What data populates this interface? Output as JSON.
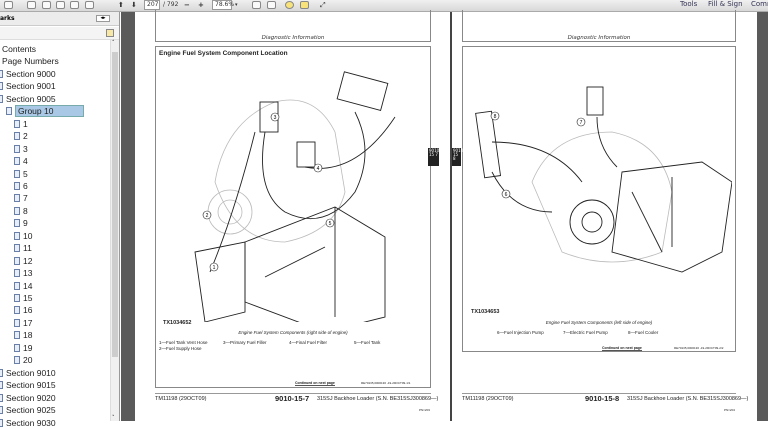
{
  "toolbar": {
    "page_current": "207",
    "page_total": "/ 792",
    "zoom": "78.6%",
    "right_tabs": [
      "Tools",
      "Fill & Sign",
      "Comm"
    ]
  },
  "sidebar": {
    "title": "arks",
    "items": [
      "Contents",
      "Page Numbers",
      "Section 9000",
      "Section 9001",
      "Section 9005",
      "Group 10",
      "1",
      "2",
      "3",
      "4",
      "5",
      "6",
      "7",
      "8",
      "9",
      "10",
      "11",
      "12",
      "13",
      "14",
      "15",
      "16",
      "17",
      "18",
      "19",
      "20",
      "Section 9010",
      "Section 9015",
      "Section 9020",
      "Section 9025",
      "Section 9030"
    ],
    "selected": "Group 10"
  },
  "left_page": {
    "header": "Diagnostic Information",
    "title": "Engine Fuel System Component Location",
    "figure_id": "TX1034652",
    "caption": "Engine Fuel System Components (right side of engine)",
    "legend": [
      "1—Fuel Tank Vent Hose",
      "2—Fuel Supply Hose",
      "3—Primary Fuel Filler",
      "4—Final Fuel Filter",
      "5—Fuel Tank"
    ],
    "callouts": [
      "1",
      "2",
      "3",
      "4",
      "5"
    ],
    "continued": "Continued on next page",
    "ref_code": "RE70135,0000130 -19-29OCT09-1/1",
    "side_tab": "9010 15 7",
    "footer_left": "TM11198 (29OCT09)",
    "footer_page": "9010-15-7",
    "footer_title": "315SJ Backhoe Loader (S.N. BE315SJ300869—)",
    "footer_small": "PN=203"
  },
  "right_page": {
    "header": "Diagnostic Information",
    "figure_id": "TX1034653",
    "caption": "Engine Fuel System Components (left side of engine)",
    "legend": [
      "6—Fuel Injection Pump",
      "7—Electric Fuel Pump",
      "8—Fuel Cooler"
    ],
    "callouts": [
      "6",
      "7",
      "8"
    ],
    "continued": "Continued on next page",
    "ref_code": "RE70135,0000130 -19-29OCT09-2/2",
    "side_tab": "9010 15 8",
    "footer_left": "TM11198 (29OCT09)",
    "footer_page": "9010-15-8",
    "footer_title": "315SJ Backhoe Loader (S.N. BE315SJ300869—)",
    "footer_small": "PN=204"
  }
}
